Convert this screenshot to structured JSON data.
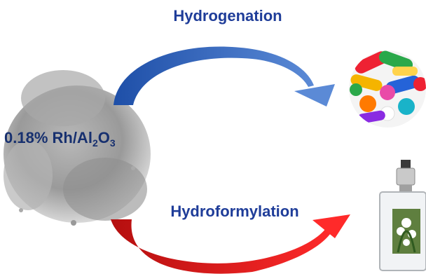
{
  "diagram": {
    "reaction_top": "Hydrogenation",
    "reaction_bottom": "Hydroformylation",
    "catalyst": {
      "prefix": "0.18% Rh/Al",
      "sub1": "2",
      "mid": "O",
      "sub2": "3"
    },
    "nodes": [
      {
        "id": "catalyst-powder",
        "icon": "powder-pile-image"
      },
      {
        "id": "pharmaceuticals",
        "icon": "pills-image"
      },
      {
        "id": "fragrance",
        "icon": "perfume-bottle-image"
      }
    ],
    "colors": {
      "text": "#1f3d99",
      "arrow_top": "#3a6fc4",
      "arrow_bottom": "#d01818"
    }
  }
}
